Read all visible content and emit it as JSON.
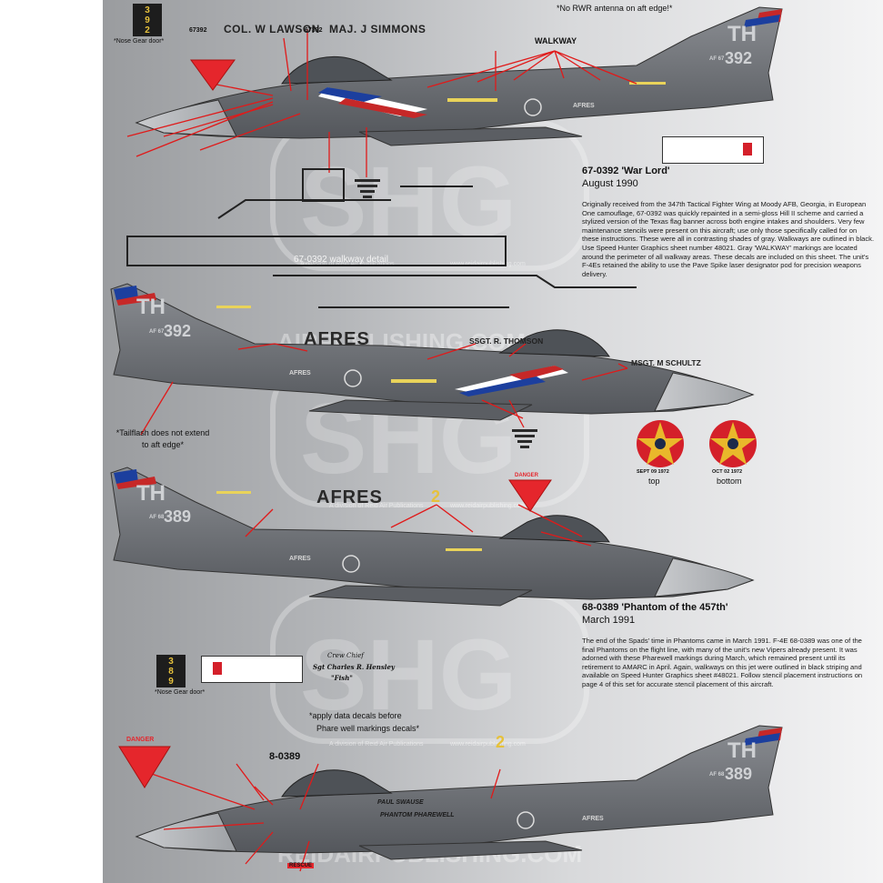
{
  "header": {
    "rwr_note": "*No RWR antenna on aft edge!*"
  },
  "aircraft_1": {
    "serial_title": "67-0392 'War Lord'",
    "date": "August 1990",
    "description": "Originally received from the 347th Tactical Fighter Wing at Moody AFB, Georgia, in European One camouflage, 67-0392 was quickly repainted in a semi-gloss Hill II scheme and carried a stylized version of the Texas flag banner across both engine intakes and shoulders. Very few maintenance stencils were present on this aircraft; use only those specifically called for on these instructions. These were all in contrasting shades of gray. Walkways are outlined in black. Use Speed Hunter Graphics sheet number 48021. Gray 'WALKWAY' markings are located around the perimeter of all walkway areas. These decals are included on this sheet. The unit's F-4Es retained the ability to use the Pave Spike laser designator pod for precision weapons delivery.",
    "pilot": "COL. W LAWSON",
    "wso": "MAJ. J SIMMONS",
    "crew_small_1": "67392",
    "crew_small_2": "67392",
    "walkway_label": "WALKWAY",
    "walkway_detail_label": "67-0392 walkway detail",
    "nose_gear_note": "*Nose Gear door*",
    "nose_gear_digits": [
      "3",
      "9",
      "2"
    ],
    "tail_code": "TH",
    "tail_serial": "392",
    "tail_af": "AF 67",
    "fuselage_text": "AFRES"
  },
  "aircraft_2": {
    "afres": "AFRES",
    "tail_code": "TH",
    "tail_serial": "392",
    "tail_af": "AF 67",
    "crew_chief": "SSGT. R. THOMSON",
    "crew_chief_2": "MSGT. M SCHULTZ",
    "tailflash_note": "*Tailflash does not extend to aft edge*",
    "fuselage_text": "AFRES"
  },
  "kill_markings": {
    "top_date": "SEPT 09 1972",
    "top_label": "top",
    "bottom_date": "OCT 02 1972",
    "bottom_label": "bottom"
  },
  "aircraft_3": {
    "afres": "AFRES",
    "number_2": "2",
    "tail_code": "TH",
    "tail_serial": "389",
    "tail_af": "AF 68",
    "danger": "DANGER",
    "serial_title": "68-0389 'Phantom of the 457th'",
    "date": "March 1991",
    "description": "The end of the Spads' time in Phantoms came in March 1991. F-4E 68-0389 was one of the final Phantoms on the flight line, with many of the unit's new Vipers already present. It was adorned with these Pharewell markings during March, which remained present until its retirement to AMARC in April. Again, walkways on this jet were outlined in black striping and available on Speed Hunter Graphics sheet #48021. Follow stencil placement instructions on page 4 of this set for accurate stencil placement of this aircraft.",
    "fuselage_text": "AFRES"
  },
  "aircraft_4": {
    "nose_gear_note": "*Nose Gear door*",
    "nose_gear_digits": [
      "3",
      "8",
      "9"
    ],
    "crew_chief_title": "Crew Chief",
    "crew_chief_name": "Sgt Charles R. Hensley",
    "crew_chief_nick": "\"Fish\"",
    "data_note_1": "*apply data decals before",
    "data_note_2": "Phare well markings decals*",
    "nose_serial": "8-0389",
    "number_2": "2",
    "danger": "DANGER",
    "rescue": "RESCUE",
    "tail_code": "TH",
    "tail_serial": "389",
    "tail_af": "AF 68",
    "fuselage_text": "AFRES",
    "pharewell_1": "PAUL SWAUSE",
    "pharewell_2": "PHANTOM PHAREWELL"
  },
  "watermark": {
    "logo": "SHG",
    "tagline": "A division of Reid Air Publications",
    "url": "www.reidairpublishing.com",
    "big_url": "REIDAIRPUBLISHING.COM",
    "big_url_2": "AIRPUBLISHING.COM"
  },
  "colors": {
    "phantom_gray": "#7d8085",
    "phantom_dark": "#5c5f64",
    "phantom_light": "#a7aaae",
    "radome": "#b9bcc0",
    "callout_red": "#e01a1a",
    "kill_red": "#d4202a",
    "flag_blue": "#1c3f9e",
    "danger_red": "#e5262c",
    "stencil_yellow": "#e9d35a"
  }
}
